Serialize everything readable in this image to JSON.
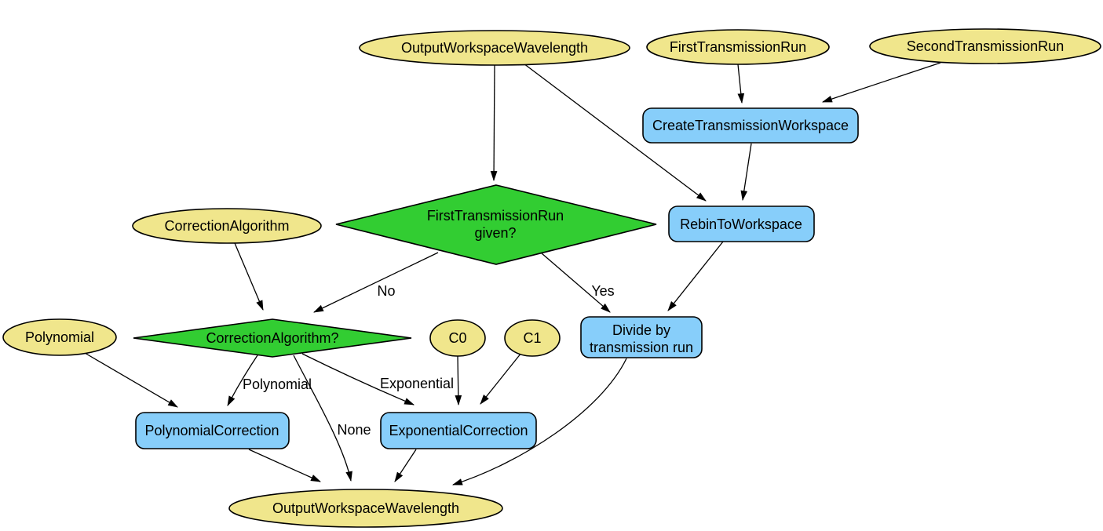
{
  "diagram": {
    "type": "flowchart",
    "background": "#ffffff",
    "colors": {
      "input_fill": "#f0e68c",
      "process_fill": "#87cefa",
      "decision_fill": "#32cd32",
      "edge_stroke": "#000000",
      "text": "#000000"
    },
    "nodes": {
      "output_workspace_wavelength_top": {
        "label": "OutputWorkspaceWavelength",
        "shape": "ellipse",
        "role": "input"
      },
      "first_transmission_run": {
        "label": "FirstTransmissionRun",
        "shape": "ellipse",
        "role": "input"
      },
      "second_transmission_run": {
        "label": "SecondTransmissionRun",
        "shape": "ellipse",
        "role": "input"
      },
      "create_transmission_workspace": {
        "label": "CreateTransmissionWorkspace",
        "shape": "rounded-rect",
        "role": "process"
      },
      "first_transmission_run_given": {
        "line1": "FirstTransmissionRun",
        "line2": "given?",
        "shape": "diamond",
        "role": "decision"
      },
      "rebin_to_workspace": {
        "label": "RebinToWorkspace",
        "shape": "rounded-rect",
        "role": "process"
      },
      "correction_algorithm": {
        "label": "CorrectionAlgorithm",
        "shape": "ellipse",
        "role": "input"
      },
      "divide_by_transmission_run": {
        "line1": "Divide by",
        "line2": "transmission run",
        "shape": "rounded-rect",
        "role": "process"
      },
      "correction_algorithm_decision": {
        "label": "CorrectionAlgorithm?",
        "shape": "diamond",
        "role": "decision"
      },
      "polynomial": {
        "label": "Polynomial",
        "shape": "ellipse",
        "role": "input"
      },
      "c0": {
        "label": "C0",
        "shape": "ellipse",
        "role": "input"
      },
      "c1": {
        "label": "C1",
        "shape": "ellipse",
        "role": "input"
      },
      "polynomial_correction": {
        "label": "PolynomialCorrection",
        "shape": "rounded-rect",
        "role": "process"
      },
      "exponential_correction": {
        "label": "ExponentialCorrection",
        "shape": "rounded-rect",
        "role": "process"
      },
      "output_workspace_wavelength_bottom": {
        "label": "OutputWorkspaceWavelength",
        "shape": "ellipse",
        "role": "output"
      }
    },
    "edge_labels": {
      "no": "No",
      "yes": "Yes",
      "polynomial": "Polynomial",
      "exponential": "Exponential",
      "none": "None"
    },
    "edges": [
      {
        "from": "output_workspace_wavelength_top",
        "to": "first_transmission_run_given",
        "label": ""
      },
      {
        "from": "output_workspace_wavelength_top",
        "to": "rebin_to_workspace",
        "label": ""
      },
      {
        "from": "first_transmission_run",
        "to": "create_transmission_workspace",
        "label": ""
      },
      {
        "from": "second_transmission_run",
        "to": "create_transmission_workspace",
        "label": ""
      },
      {
        "from": "create_transmission_workspace",
        "to": "rebin_to_workspace",
        "label": ""
      },
      {
        "from": "first_transmission_run_given",
        "to": "correction_algorithm_decision",
        "label": "No"
      },
      {
        "from": "first_transmission_run_given",
        "to": "divide_by_transmission_run",
        "label": "Yes"
      },
      {
        "from": "rebin_to_workspace",
        "to": "divide_by_transmission_run",
        "label": ""
      },
      {
        "from": "correction_algorithm",
        "to": "correction_algorithm_decision",
        "label": ""
      },
      {
        "from": "correction_algorithm_decision",
        "to": "polynomial_correction",
        "label": "Polynomial"
      },
      {
        "from": "correction_algorithm_decision",
        "to": "exponential_correction",
        "label": "Exponential"
      },
      {
        "from": "correction_algorithm_decision",
        "to": "output_workspace_wavelength_bottom",
        "label": "None"
      },
      {
        "from": "polynomial",
        "to": "polynomial_correction",
        "label": ""
      },
      {
        "from": "c0",
        "to": "exponential_correction",
        "label": ""
      },
      {
        "from": "c1",
        "to": "exponential_correction",
        "label": ""
      },
      {
        "from": "polynomial_correction",
        "to": "output_workspace_wavelength_bottom",
        "label": ""
      },
      {
        "from": "exponential_correction",
        "to": "output_workspace_wavelength_bottom",
        "label": ""
      },
      {
        "from": "divide_by_transmission_run",
        "to": "output_workspace_wavelength_bottom",
        "label": ""
      }
    ]
  }
}
